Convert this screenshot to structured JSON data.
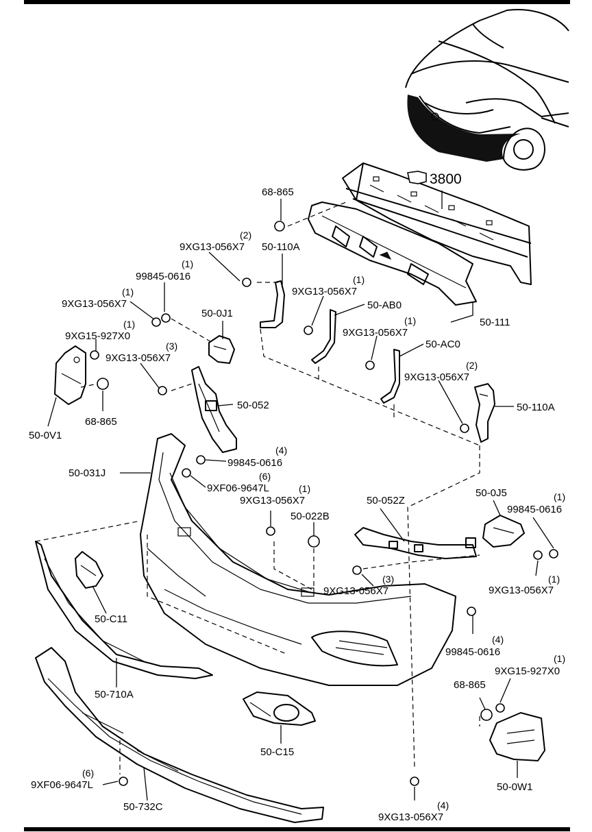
{
  "reference": {
    "ref_number": "3800"
  },
  "parts": [
    {
      "id": "68-865-top",
      "label": "68-865",
      "qty": ""
    },
    {
      "id": "9xg13-056x7-a",
      "label": "9XG13-056X7",
      "qty": "(2)"
    },
    {
      "id": "50-110a-left",
      "label": "50-110A",
      "qty": ""
    },
    {
      "id": "99845-0616-a",
      "label": "99845-0616",
      "qty": "(1)"
    },
    {
      "id": "9xg13-056x7-b",
      "label": "9XG13-056X7",
      "qty": "(1)"
    },
    {
      "id": "9xg13-056x7-c",
      "label": "9XG13-056X7",
      "qty": "(1)"
    },
    {
      "id": "50-ab0",
      "label": "50-AB0",
      "qty": ""
    },
    {
      "id": "50-0j1",
      "label": "50-0J1",
      "qty": ""
    },
    {
      "id": "9xg15-927x0-a",
      "label": "9XG15-927X0",
      "qty": "(1)"
    },
    {
      "id": "9xg13-056x7-d",
      "label": "9XG13-056X7",
      "qty": "(1)"
    },
    {
      "id": "50-111",
      "label": "50-111",
      "qty": ""
    },
    {
      "id": "9xg13-056x7-e",
      "label": "9XG13-056X7",
      "qty": "(3)"
    },
    {
      "id": "50-ac0",
      "label": "50-AC0",
      "qty": ""
    },
    {
      "id": "9xg13-056x7-f",
      "label": "9XG13-056X7",
      "qty": "(2)"
    },
    {
      "id": "50-052",
      "label": "50-052",
      "qty": ""
    },
    {
      "id": "50-110a-right",
      "label": "50-110A",
      "qty": ""
    },
    {
      "id": "68-865-left",
      "label": "68-865",
      "qty": ""
    },
    {
      "id": "50-0v1",
      "label": "50-0V1",
      "qty": ""
    },
    {
      "id": "99845-0616-b",
      "label": "99845-0616",
      "qty": "(4)"
    },
    {
      "id": "50-031j",
      "label": "50-031J",
      "qty": ""
    },
    {
      "id": "9xf06-9647l-a",
      "label": "9XF06-9647L",
      "qty": "(6)"
    },
    {
      "id": "9xg13-056x7-g",
      "label": "9XG13-056X7",
      "qty": "(1)"
    },
    {
      "id": "50-052z",
      "label": "50-052Z",
      "qty": ""
    },
    {
      "id": "50-0j5",
      "label": "50-0J5",
      "qty": ""
    },
    {
      "id": "99845-0616-c",
      "label": "99845-0616",
      "qty": "(1)"
    },
    {
      "id": "50-022b",
      "label": "50-022B",
      "qty": ""
    },
    {
      "id": "9xg13-056x7-h",
      "label": "9XG13-056X7",
      "qty": "(3)"
    },
    {
      "id": "9xg13-056x7-i",
      "label": "9XG13-056X7",
      "qty": "(1)"
    },
    {
      "id": "50-c11",
      "label": "50-C11",
      "qty": ""
    },
    {
      "id": "99845-0616-d",
      "label": "99845-0616",
      "qty": "(4)"
    },
    {
      "id": "9xg15-927x0-b",
      "label": "9XG15-927X0",
      "qty": "(1)"
    },
    {
      "id": "50-710a",
      "label": "50-710A",
      "qty": ""
    },
    {
      "id": "68-865-right",
      "label": "68-865",
      "qty": ""
    },
    {
      "id": "50-c15",
      "label": "50-C15",
      "qty": ""
    },
    {
      "id": "9xf06-9647l-b",
      "label": "9XF06-9647L",
      "qty": "(6)"
    },
    {
      "id": "50-732c",
      "label": "50-732C",
      "qty": ""
    },
    {
      "id": "50-0w1",
      "label": "50-0W1",
      "qty": ""
    },
    {
      "id": "9xg13-056x7-j",
      "label": "9XG13-056X7",
      "qty": "(4)"
    }
  ]
}
